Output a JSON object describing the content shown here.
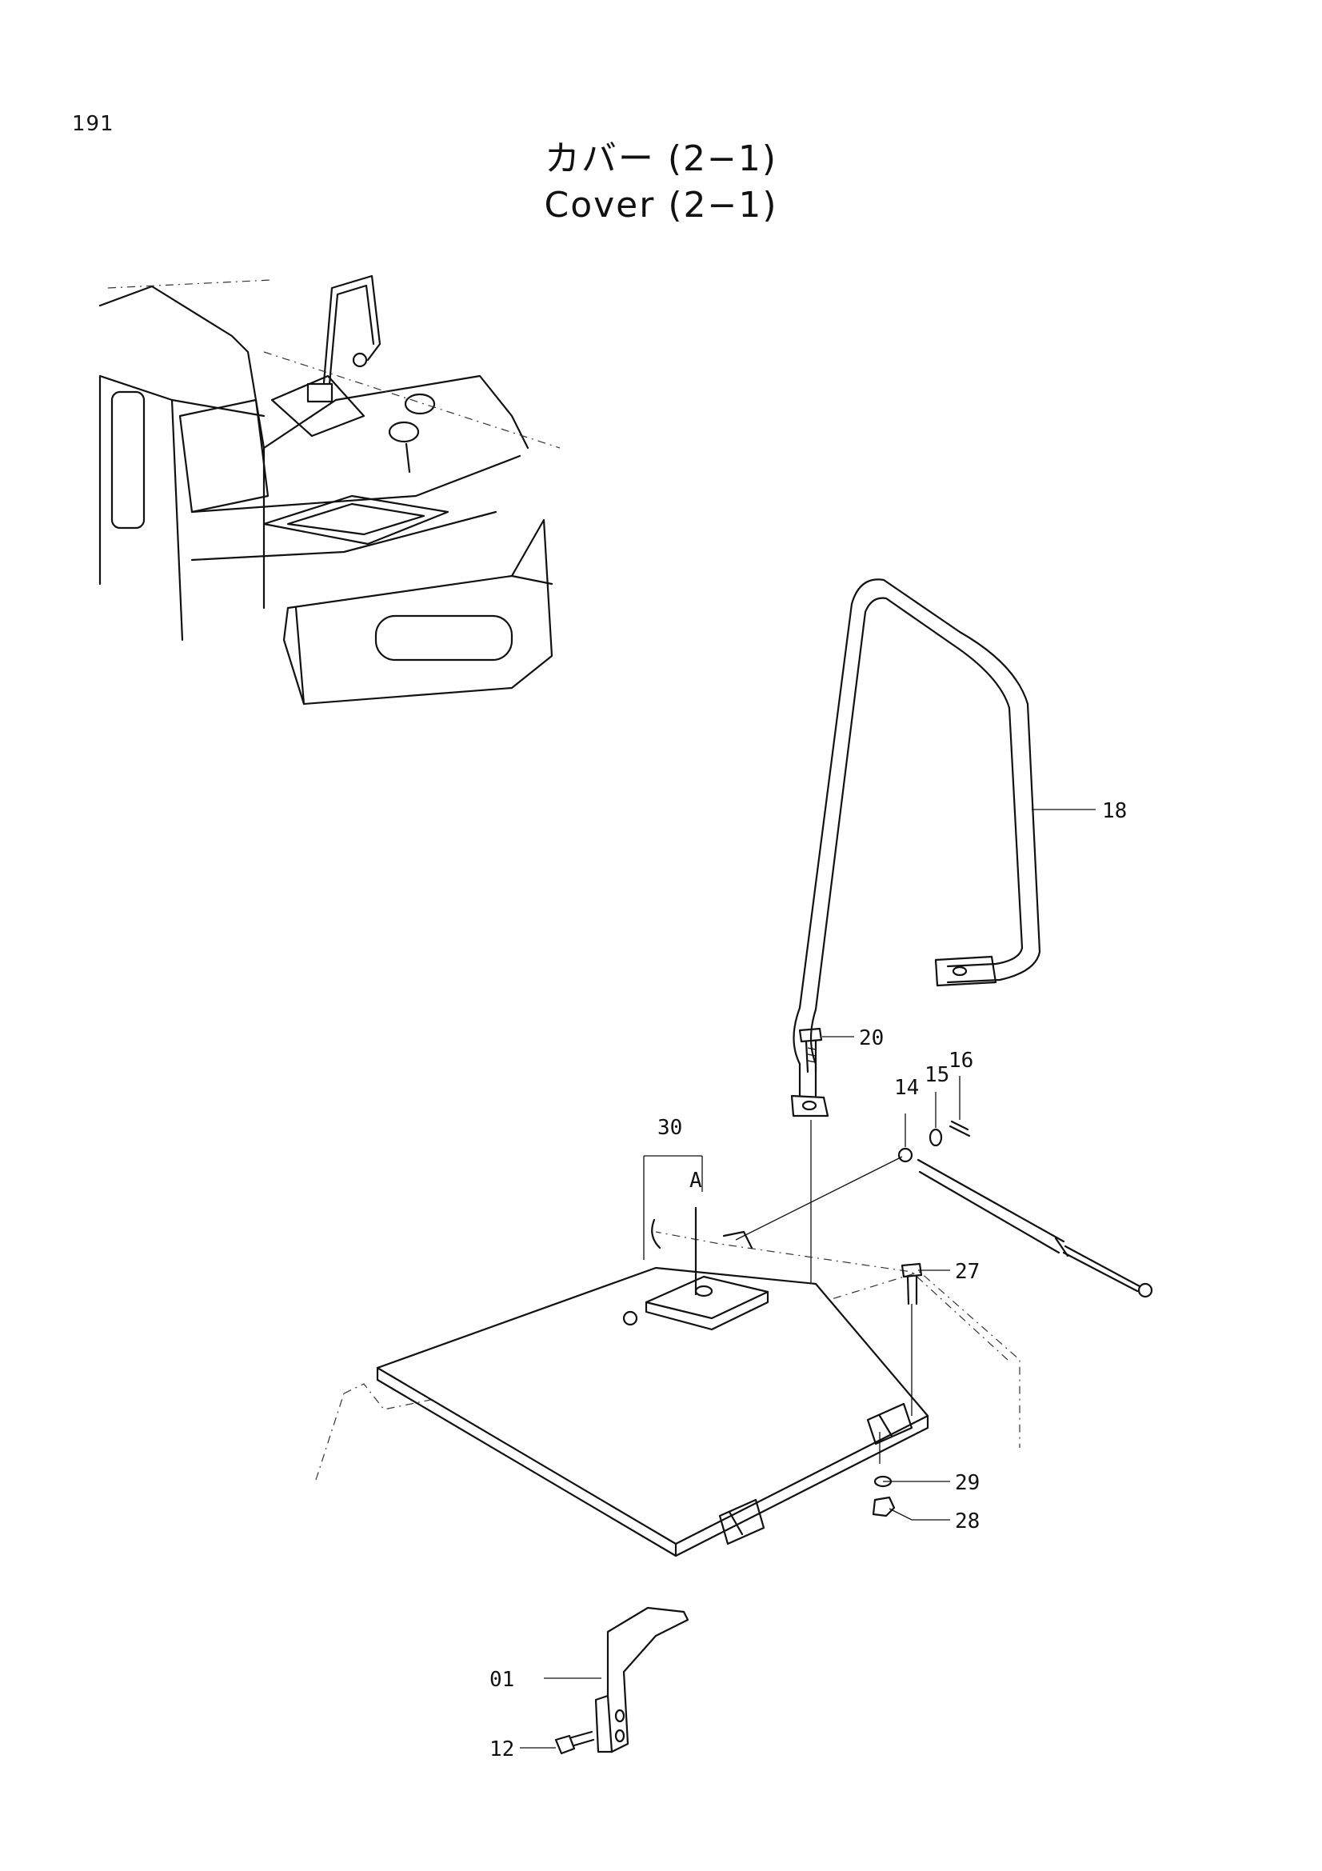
{
  "page": {
    "number": "191"
  },
  "title": {
    "ja": "カバー (2−1)",
    "en": "Cover (2−1)"
  },
  "callouts": {
    "c18": "18",
    "c20": "20",
    "c16": "16",
    "c15": "15",
    "c14": "14",
    "c30": "30",
    "cA": "A",
    "c27": "27",
    "c29": "29",
    "c28": "28",
    "c01": "01",
    "c12": "12"
  }
}
